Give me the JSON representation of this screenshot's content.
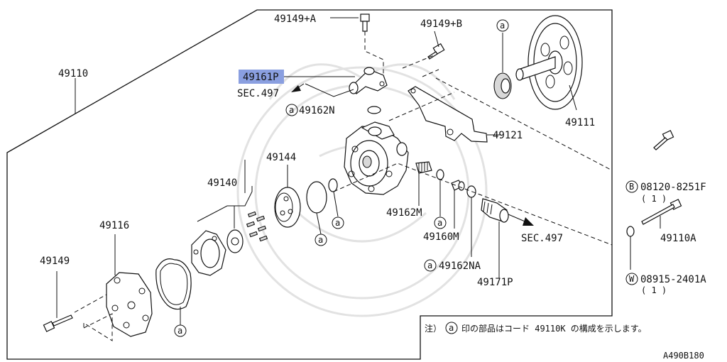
{
  "labels": {
    "p49149A": "49149+A",
    "p49149B": "49149+B",
    "p49110": "49110",
    "p49161P": "49161P",
    "sec497_top": "SEC.497",
    "p49162N": "49162N",
    "p49111": "49111",
    "p49121": "49121",
    "p49144": "49144",
    "p49140": "49140",
    "p49116": "49116",
    "p49149": "49149",
    "p49162M": "49162M",
    "p49160M": "49160M",
    "sec497_right": "SEC.497",
    "p49162NA": "49162NA",
    "p49171P": "49171P",
    "bolt_b": "08120-8251F",
    "bolt_b_qty": "( 1 )",
    "p49110A": "49110A",
    "washer_w": "08915-2401A",
    "washer_w_qty": "( 1 )"
  },
  "markers": {
    "a": "a",
    "b": "B",
    "w": "W"
  },
  "highlight_color": "#8a9fe0",
  "note": {
    "prefix": "注）",
    "text": "印の部品はコード 49110K の構成を示します。"
  },
  "diagram_code": "A490B180"
}
